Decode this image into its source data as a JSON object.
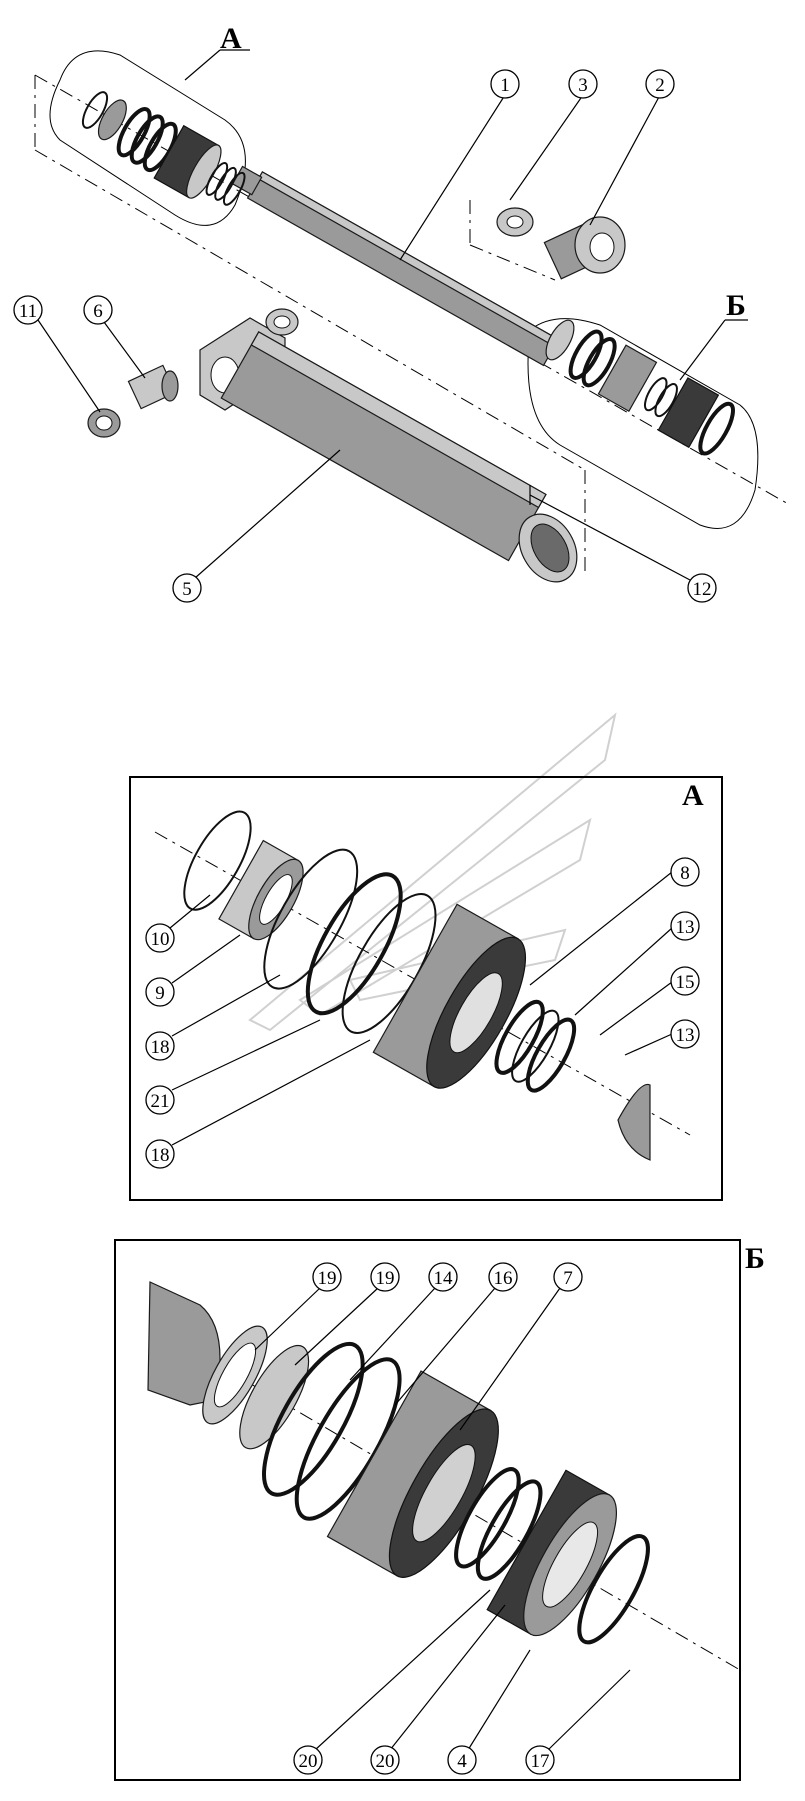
{
  "overview": {
    "section_a_letter": "А",
    "section_b_letter": "Б",
    "callouts": [
      {
        "id": "c1",
        "label": "1"
      },
      {
        "id": "c3",
        "label": "3"
      },
      {
        "id": "c2",
        "label": "2"
      },
      {
        "id": "c11",
        "label": "11"
      },
      {
        "id": "c6",
        "label": "6"
      },
      {
        "id": "c5",
        "label": "5"
      },
      {
        "id": "c12",
        "label": "12"
      }
    ]
  },
  "detail_a": {
    "letter": "А",
    "callouts": [
      {
        "id": "a8",
        "label": "8"
      },
      {
        "id": "a13a",
        "label": "13"
      },
      {
        "id": "a15",
        "label": "15"
      },
      {
        "id": "a13b",
        "label": "13"
      },
      {
        "id": "a10",
        "label": "10"
      },
      {
        "id": "a9",
        "label": "9"
      },
      {
        "id": "a18a",
        "label": "18"
      },
      {
        "id": "a21",
        "label": "21"
      },
      {
        "id": "a18b",
        "label": "18"
      }
    ]
  },
  "detail_b": {
    "letter": "Б",
    "callouts": [
      {
        "id": "b19a",
        "label": "19"
      },
      {
        "id": "b19b",
        "label": "19"
      },
      {
        "id": "b14",
        "label": "14"
      },
      {
        "id": "b16",
        "label": "16"
      },
      {
        "id": "b7",
        "label": "7"
      },
      {
        "id": "b20a",
        "label": "20"
      },
      {
        "id": "b20b",
        "label": "20"
      },
      {
        "id": "b4",
        "label": "4"
      },
      {
        "id": "b17",
        "label": "17"
      }
    ]
  }
}
